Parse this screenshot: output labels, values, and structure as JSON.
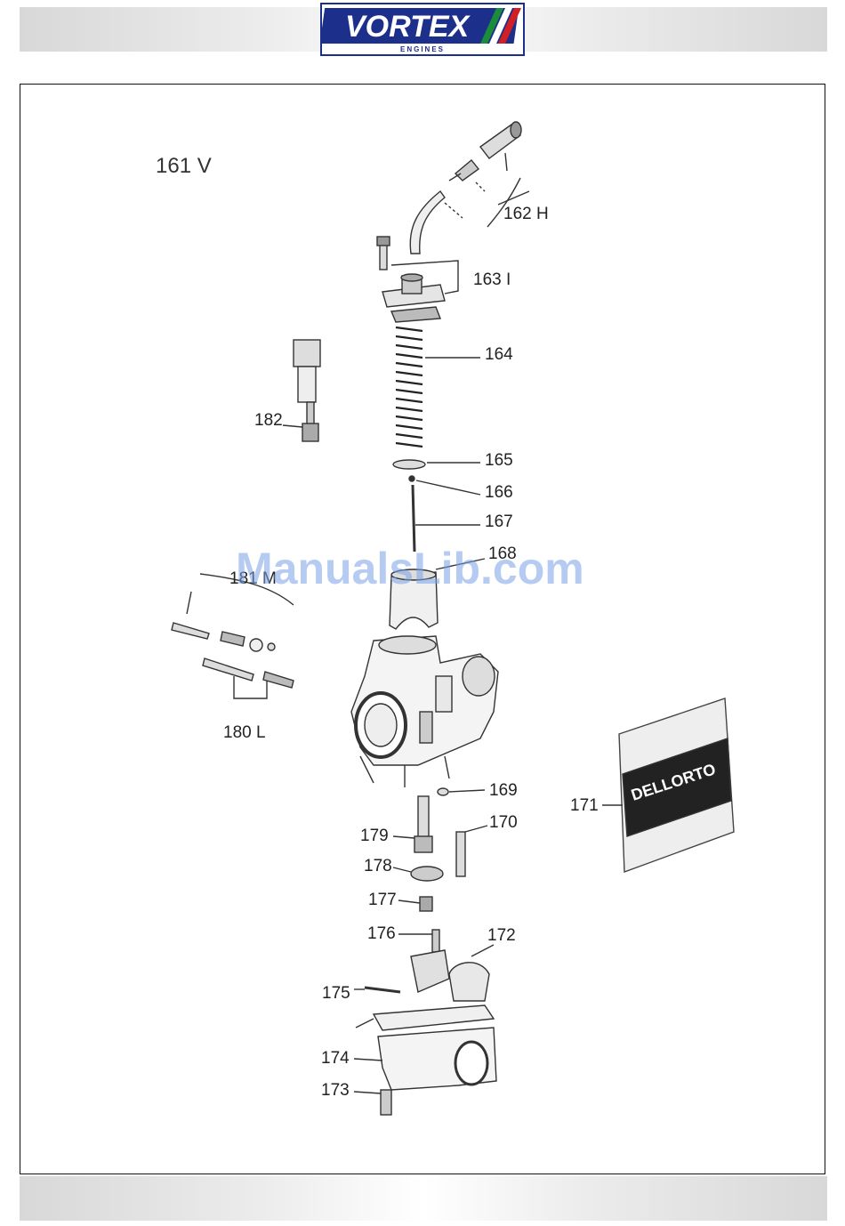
{
  "header": {
    "brand": "VORTEX",
    "brand_sub": "ENGINES",
    "accent_colors": {
      "blue": "#1c2f8a",
      "red": "#d21f26",
      "green": "#1a8c3a"
    }
  },
  "diagram": {
    "title": "161 V",
    "watermark": "ManualsLib.com",
    "bag_label": "DELLORTO",
    "labels": {
      "p162": "162 H",
      "p163": "163 I",
      "p164": "164",
      "p165": "165",
      "p166": "166",
      "p167": "167",
      "p168": "168",
      "p169": "169",
      "p170": "170",
      "p171": "171",
      "p172": "172",
      "p173": "173",
      "p174": "174",
      "p175": "175",
      "p176": "176",
      "p177": "177",
      "p178": "178",
      "p179": "179",
      "p180": "180 L",
      "p181": "181 M",
      "p182": "182"
    }
  }
}
